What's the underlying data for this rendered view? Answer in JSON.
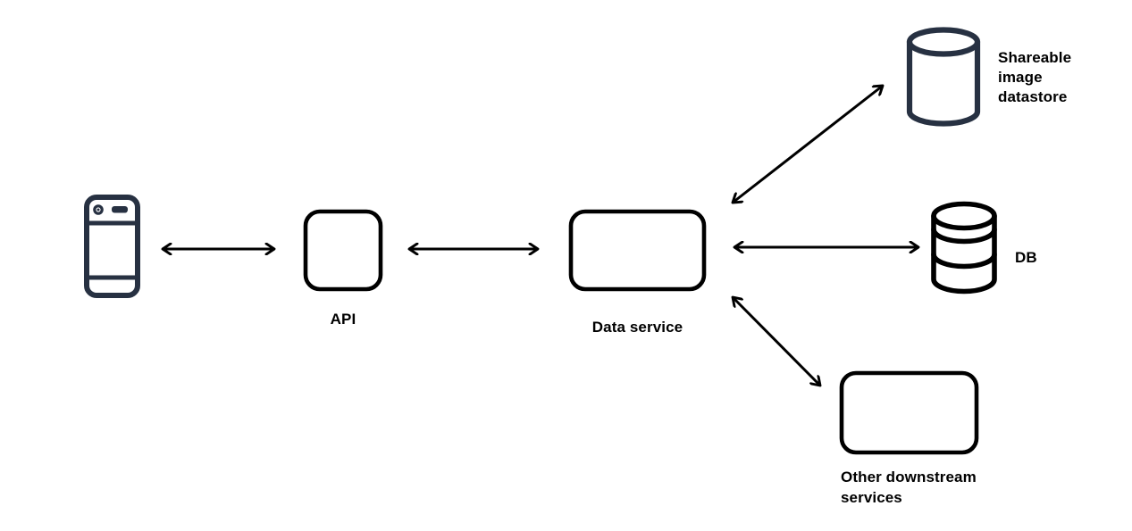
{
  "diagram": {
    "colors": {
      "background": "#ffffff",
      "shape_stroke": "#000000",
      "icon_stroke": "#273142",
      "arrow": "#000000",
      "text": "#000000"
    },
    "nodes": [
      {
        "id": "client-device",
        "type": "smartphone-icon",
        "label": ""
      },
      {
        "id": "api",
        "type": "rounded-box",
        "label": "API"
      },
      {
        "id": "data-service",
        "type": "rounded-box",
        "label": "Data service"
      },
      {
        "id": "shareable-image-datastore",
        "type": "cylinder-icon",
        "label": "Shareable image datastore"
      },
      {
        "id": "db",
        "type": "database-icon",
        "label": "DB"
      },
      {
        "id": "other-downstream-services",
        "type": "rounded-box",
        "label": "Other downstream services"
      }
    ],
    "edges": [
      {
        "from": "client-device",
        "to": "api",
        "style": "double-headed-arrow"
      },
      {
        "from": "api",
        "to": "data-service",
        "style": "double-headed-arrow"
      },
      {
        "from": "data-service",
        "to": "shareable-image-datastore",
        "style": "double-headed-arrow"
      },
      {
        "from": "data-service",
        "to": "db",
        "style": "double-headed-arrow"
      },
      {
        "from": "data-service",
        "to": "other-downstream-services",
        "style": "double-headed-arrow"
      }
    ]
  }
}
